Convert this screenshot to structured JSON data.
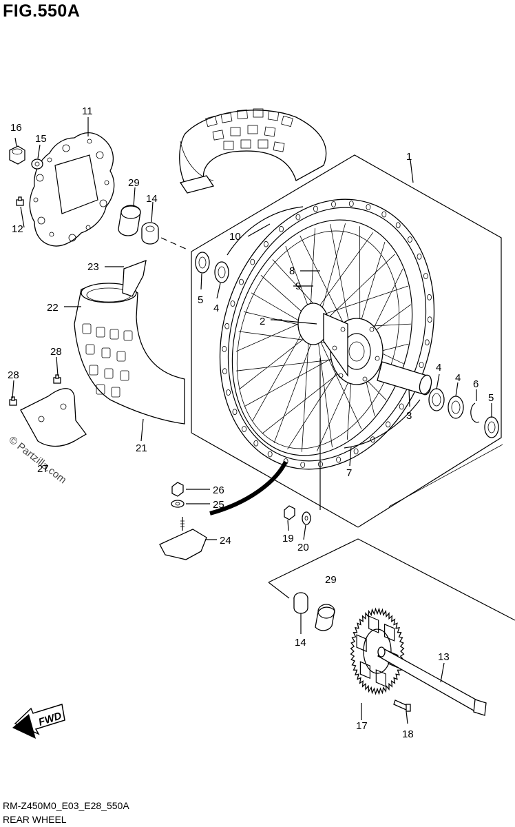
{
  "header": {
    "figure_title": "FIG.550A"
  },
  "footer": {
    "code": "RM-Z450M0_E03_E28_550A",
    "name": "REAR WHEEL"
  },
  "watermark": "© Partzilla.com",
  "fwd_label": "FWD",
  "callouts": [
    {
      "id": "c1",
      "label": "1"
    },
    {
      "id": "c2",
      "label": "2"
    },
    {
      "id": "c3",
      "label": "3"
    },
    {
      "id": "c4a",
      "label": "4"
    },
    {
      "id": "c4b",
      "label": "4"
    },
    {
      "id": "c4c",
      "label": "4"
    },
    {
      "id": "c5a",
      "label": "5"
    },
    {
      "id": "c5b",
      "label": "5"
    },
    {
      "id": "c6",
      "label": "6"
    },
    {
      "id": "c7",
      "label": "7"
    },
    {
      "id": "c8",
      "label": "8"
    },
    {
      "id": "c9",
      "label": "9"
    },
    {
      "id": "c10",
      "label": "10"
    },
    {
      "id": "c11",
      "label": "11"
    },
    {
      "id": "c12",
      "label": "12"
    },
    {
      "id": "c13",
      "label": "13"
    },
    {
      "id": "c14a",
      "label": "14"
    },
    {
      "id": "c14b",
      "label": "14"
    },
    {
      "id": "c15",
      "label": "15"
    },
    {
      "id": "c16",
      "label": "16"
    },
    {
      "id": "c17",
      "label": "17"
    },
    {
      "id": "c18",
      "label": "18"
    },
    {
      "id": "c19",
      "label": "19"
    },
    {
      "id": "c20",
      "label": "20"
    },
    {
      "id": "c21",
      "label": "21"
    },
    {
      "id": "c22",
      "label": "22"
    },
    {
      "id": "c23",
      "label": "23"
    },
    {
      "id": "c24",
      "label": "24"
    },
    {
      "id": "c25",
      "label": "25"
    },
    {
      "id": "c26",
      "label": "26"
    },
    {
      "id": "c27",
      "label": "27"
    },
    {
      "id": "c28a",
      "label": "28"
    },
    {
      "id": "c28b",
      "label": "28"
    },
    {
      "id": "c29a",
      "label": "29"
    },
    {
      "id": "c29b",
      "label": "29"
    }
  ]
}
